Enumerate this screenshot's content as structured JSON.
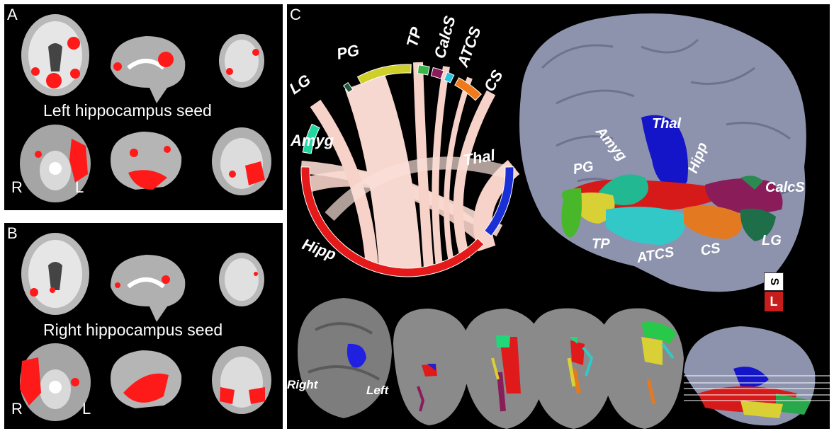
{
  "panels": {
    "a": {
      "label": "A",
      "seed": "Left hippocampus seed",
      "r": "R",
      "l": "L"
    },
    "b": {
      "label": "B",
      "seed": "Right hippocampus seed",
      "r": "R",
      "l": "L"
    },
    "c": {
      "label": "C"
    }
  },
  "chord": {
    "segments": [
      {
        "name": "LG",
        "color": "#1f5a3a"
      },
      {
        "name": "PG",
        "color": "#cfcf2a"
      },
      {
        "name": "TP",
        "color": "#3ab54a"
      },
      {
        "name": "CalcS",
        "color": "#8b1c5a"
      },
      {
        "name": "ATCS",
        "color": "#22c4e0"
      },
      {
        "name": "CS",
        "color": "#f07a1a"
      },
      {
        "name": "Thal",
        "color": "#1a2fd6"
      },
      {
        "name": "Hipp",
        "color": "#e41a1a"
      },
      {
        "name": "Amyg",
        "color": "#22d6a0"
      }
    ]
  },
  "brain3d": {
    "labels": [
      "Amyg",
      "Thal",
      "Hipp",
      "PG",
      "CalcS",
      "TP",
      "ATCS",
      "CS",
      "LG"
    ]
  },
  "slices": {
    "right": "Right",
    "left": "Left"
  },
  "orientation": {
    "s": "S",
    "l": "L"
  }
}
